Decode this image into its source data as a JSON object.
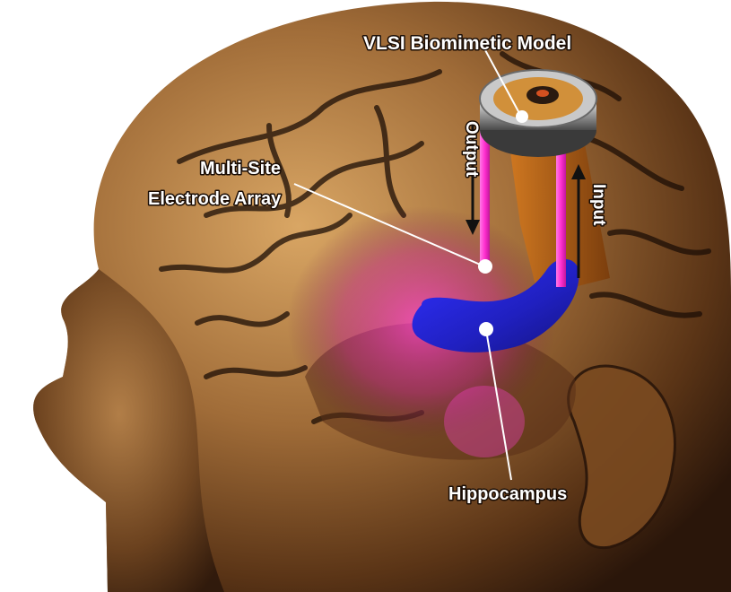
{
  "labels": {
    "device": "VLSI Biomimetic Model",
    "electrode_line1": "Multi-Site",
    "electrode_line2": "Electrode Array",
    "hippocampus": "Hippocampus",
    "output": "Output",
    "input": "Input"
  },
  "colors": {
    "background": "#ffffff",
    "skin_dark": "#2a160a",
    "skin_mid": "#8a5a2e",
    "skin_light": "#d9a664",
    "brain_fold": "#1c0e06",
    "signal_pink": "#ff2fd0",
    "hippocampus_blue": "#2a2ad8",
    "label_text": "#ffffff"
  }
}
